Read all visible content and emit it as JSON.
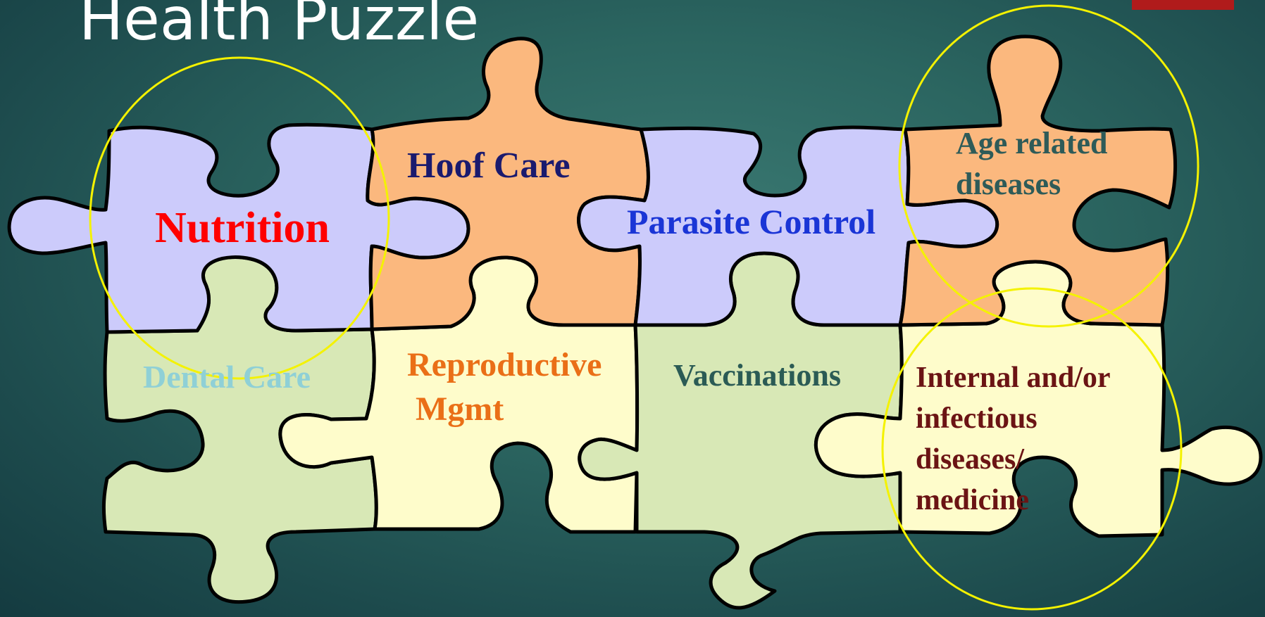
{
  "slide": {
    "title": "Health Puzzle"
  },
  "colors": {
    "background": "#2b6560",
    "accent_tab": "#b01b1b",
    "piece_lavender": "#cccbfb",
    "piece_orange": "#fbb87e",
    "piece_green": "#d8e8b6",
    "piece_cream": "#fefccb",
    "highlight_ring": "#f4f200"
  },
  "pieces": {
    "nutrition": {
      "label": "Nutrition",
      "color": "#ff0000"
    },
    "hoof_care": {
      "label": "Hoof Care",
      "color": "#1a1a6e"
    },
    "parasite_control": {
      "label": "Parasite Control",
      "color": "#1a35d6"
    },
    "age_related": {
      "line1": "Age related",
      "line2": "diseases",
      "color": "#2e5b58"
    },
    "dental_care": {
      "label": "Dental Care",
      "color": "#8fd0d6"
    },
    "reproductive": {
      "line1": "Reproductive",
      "line2": "Mgmt",
      "color": "#ea6f17"
    },
    "vaccinations": {
      "label": "Vaccinations",
      "color": "#2b5b55"
    },
    "internal": {
      "line1": "Internal and/or",
      "line2": "infectious",
      "line3": "diseases/",
      "line4": "medicine",
      "color": "#6b1414"
    }
  }
}
